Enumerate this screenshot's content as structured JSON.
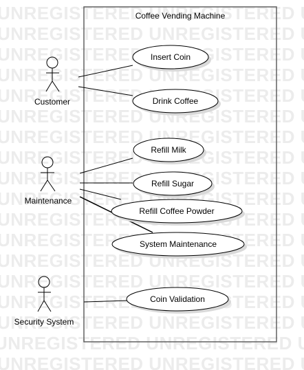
{
  "watermark": {
    "text": "UNREGISTERED"
  },
  "system": {
    "title": "Coffee Vending Machine"
  },
  "actors": [
    {
      "id": "customer",
      "label": "Customer"
    },
    {
      "id": "maintenance",
      "label": "Maintenance"
    },
    {
      "id": "security",
      "label": "Security System"
    }
  ],
  "use_cases": [
    {
      "id": "insert-coin",
      "label": "Insert Coin"
    },
    {
      "id": "drink-coffee",
      "label": "Drink Coffee"
    },
    {
      "id": "refill-milk",
      "label": "Refill Milk"
    },
    {
      "id": "refill-sugar",
      "label": "Refill Sugar"
    },
    {
      "id": "refill-coffee-powder",
      "label": "Refill Coffee Powder"
    },
    {
      "id": "system-maintenance",
      "label": "System Maintenance"
    },
    {
      "id": "coin-validation",
      "label": "Coin Validation"
    }
  ],
  "associations": [
    {
      "from": "customer",
      "to": "insert-coin"
    },
    {
      "from": "customer",
      "to": "drink-coffee"
    },
    {
      "from": "maintenance",
      "to": "refill-milk"
    },
    {
      "from": "maintenance",
      "to": "refill-sugar"
    },
    {
      "from": "maintenance",
      "to": "refill-coffee-powder"
    },
    {
      "from": "maintenance",
      "to": "system-maintenance"
    },
    {
      "from": "security",
      "to": "coin-validation"
    }
  ]
}
